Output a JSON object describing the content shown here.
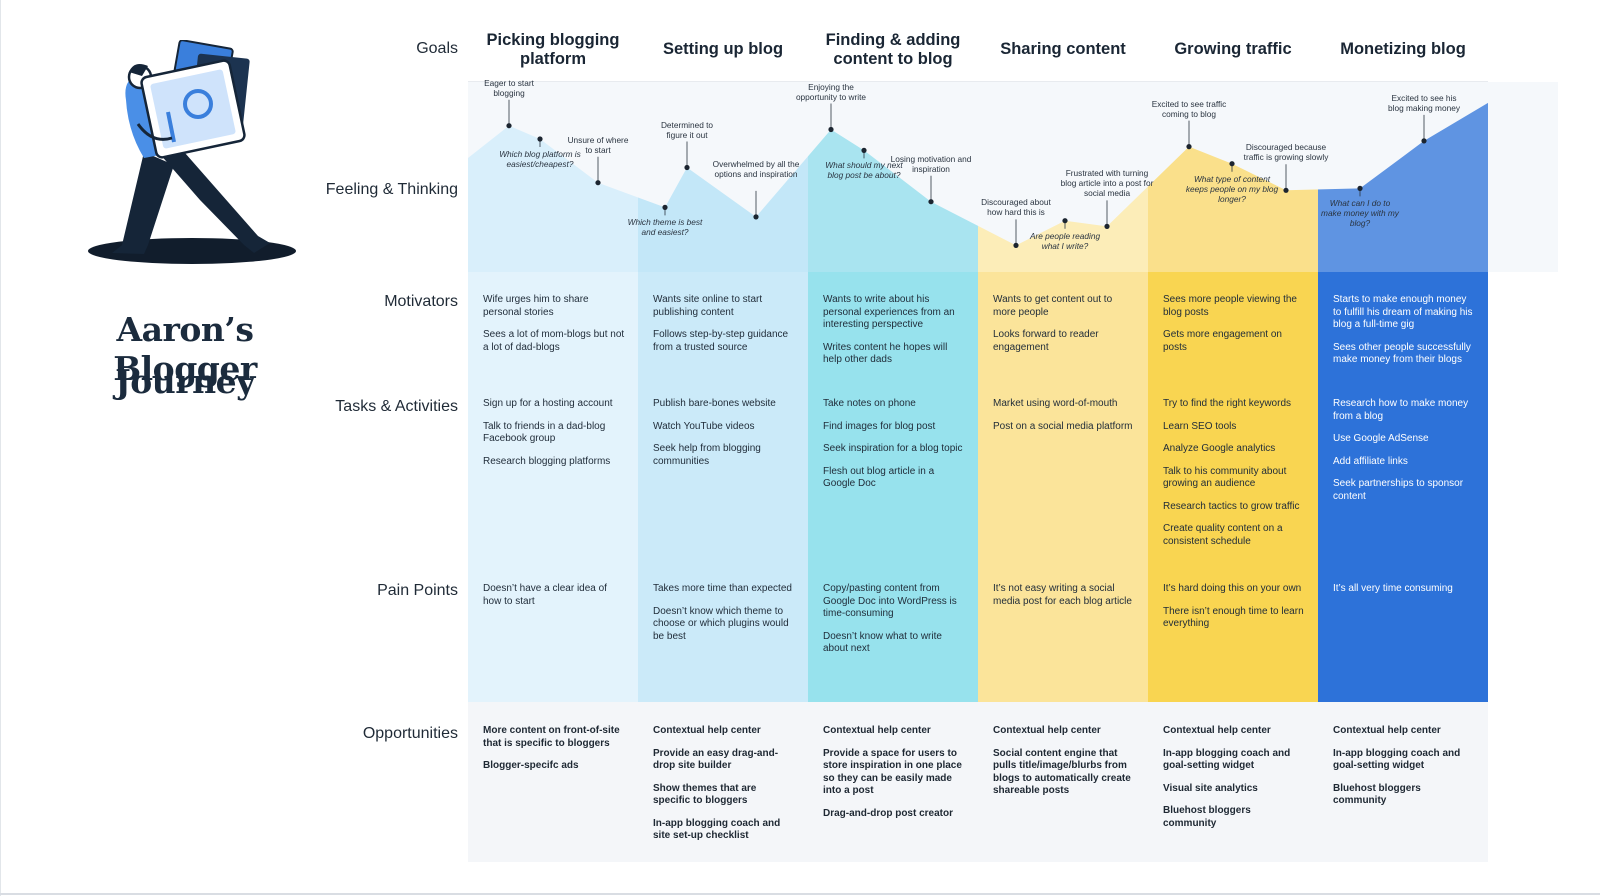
{
  "title_lines": [
    "Aaron’s Blogger",
    "Journey"
  ],
  "row_labels": {
    "goals": "Goals",
    "feeling": "Feeling & Thinking",
    "motivators": "Motivators",
    "tasks": "Tasks & Activities",
    "pain": "Pain Points",
    "opportunities": "Opportunities"
  },
  "stages": [
    {
      "goal": "Picking blogging platform",
      "color": "#e3f3fc",
      "motivators": [
        "Wife urges him to share personal stories",
        "Sees a lot of mom-blogs but not a lot of dad-blogs"
      ],
      "tasks": [
        "Sign up for a hosting account",
        "Talk to friends in a dad-blog Facebook group",
        "Research blogging platforms"
      ],
      "pain_points": [
        "Doesn’t have a clear idea of how to start"
      ],
      "opportunities": [
        "More content on front-of-site that is specific to bloggers",
        "Blogger-specifc ads"
      ]
    },
    {
      "goal": "Setting up blog",
      "color": "#cbeaf9",
      "motivators": [
        "Wants site online to start publishing content",
        "Follows step-by-step guidance from a trusted source"
      ],
      "tasks": [
        "Publish bare-bones website",
        "Watch YouTube videos",
        "Seek help from blogging communities"
      ],
      "pain_points": [
        "Takes more time than expected",
        "Doesn’t know which theme to choose or which plugins would be best"
      ],
      "opportunities": [
        "Contextual help center",
        "Provide an easy drag-and-drop site builder",
        "Show themes that are specific to bloggers",
        "In-app blogging coach and site set-up checklist"
      ]
    },
    {
      "goal": "Finding & adding content to blog",
      "color": "#97e2ed",
      "motivators": [
        "Wants to write about his personal experiences from an interesting perspective",
        "Writes content he hopes will help other dads"
      ],
      "tasks": [
        "Take notes on phone",
        "Find images for blog post",
        "Seek inspiration for a blog topic",
        "Flesh out blog article in a Google Doc"
      ],
      "pain_points": [
        "Copy/pasting content from Google Doc into WordPress is time-consuming",
        "Doesn’t know what to write about next"
      ],
      "opportunities": [
        "Contextual help center",
        "Provide a space for users to store inspiration in one place so they can be easily made into a post",
        "Drag-and-drop post creator"
      ]
    },
    {
      "goal": "Sharing content",
      "color": "#fbe49a",
      "motivators": [
        "Wants to get content out to more people",
        "Looks forward to reader engagement"
      ],
      "tasks": [
        "Market using word-of-mouth",
        "Post on a social media platform"
      ],
      "pain_points": [
        "It’s not easy writing a social media post for each blog article"
      ],
      "opportunities": [
        "Contextual help center",
        "Social content engine that pulls title/image/blurbs from blogs to automatically create shareable posts"
      ]
    },
    {
      "goal": "Growing traffic",
      "color": "#f9d551",
      "motivators": [
        "Sees more people viewing the blog posts",
        "Gets more engagement on posts"
      ],
      "tasks": [
        "Try to find the right keywords",
        "Learn SEO tools",
        "Analyze Google analytics",
        "Talk to his community about growing an audience",
        "Research tactics to grow traffic",
        "Create quality content on a consistent schedule"
      ],
      "pain_points": [
        "It’s hard doing this on your own",
        "There isn’t enough time to learn everything"
      ],
      "opportunities": [
        "Contextual help center",
        "In-app blogging coach and goal-setting widget",
        "Visual site analytics",
        "Bluehost bloggers community"
      ]
    },
    {
      "goal": "Monetizing blog",
      "color": "#2d72d9",
      "motivators": [
        "Starts to make enough money to fulfill his dream of making his blog a full-time gig",
        "Sees other people successfully make money from their blogs"
      ],
      "tasks": [
        "Research how to make money from a blog",
        "Use Google AdSense",
        "Add affiliate links",
        "Seek partnerships to sponsor content"
      ],
      "pain_points": [
        "It’s all very time consuming"
      ],
      "opportunities": [
        "Contextual help center",
        "In-app blogging coach and goal-setting widget",
        "Bluehost bloggers community"
      ]
    }
  ],
  "feelings": [
    {
      "text": "Eager to start blogging",
      "italic": false,
      "level": 0.77
    },
    {
      "text": "Which blog platform is easiest/cheapest?",
      "italic": true,
      "level": 0.7
    },
    {
      "text": "Unsure of where to start",
      "italic": false,
      "level": 0.47
    },
    {
      "text": "Which theme is best and easiest?",
      "italic": true,
      "level": 0.34
    },
    {
      "text": "Determined to figure it out",
      "italic": false,
      "level": 0.55
    },
    {
      "text": "Overwhelmed by all the options and inspiration",
      "italic": false,
      "level": 0.29
    },
    {
      "text": "Enjoying the opportunity to write",
      "italic": false,
      "level": 0.75
    },
    {
      "text": "What should my next blog post be about?",
      "italic": true,
      "level": 0.64
    },
    {
      "text": "Losing motivation and inspiration",
      "italic": false,
      "level": 0.37
    },
    {
      "text": "Discouraged about how hard this is",
      "italic": false,
      "level": 0.14
    },
    {
      "text": "Are people reading what I write?",
      "italic": true,
      "level": 0.27
    },
    {
      "text": "Frustrated with turning blog article into a post for social media",
      "italic": false,
      "level": 0.24
    },
    {
      "text": "Excited to see traffic coming to blog",
      "italic": false,
      "level": 0.66
    },
    {
      "text": "What type of content keeps people on my blog longer?",
      "italic": true,
      "level": 0.57
    },
    {
      "text": "Discouraged because traffic is growing slowly",
      "italic": false,
      "level": 0.43
    },
    {
      "text": "What can I do to make money with my blog?",
      "italic": true,
      "level": 0.44
    },
    {
      "text": "Excited to see his blog making money",
      "italic": false,
      "level": 0.69
    }
  ]
}
